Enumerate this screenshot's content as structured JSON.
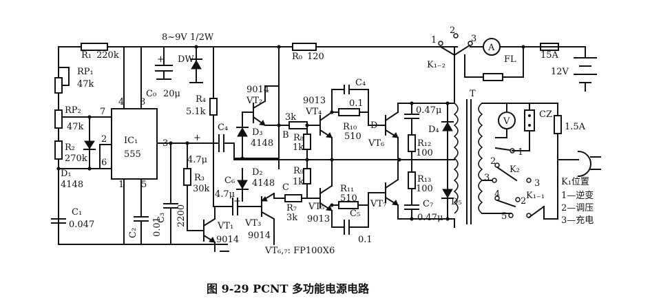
{
  "supply": {
    "label": "8~9V 1/2W"
  },
  "caption": "图 9-29   PCNT 多功能电源电路",
  "components": {
    "R1": {
      "ref": "R₁",
      "value": "220k"
    },
    "RP1": {
      "ref": "RP₁",
      "value": "47k"
    },
    "RP2": {
      "ref": "RP₂",
      "value": "47k"
    },
    "R2": {
      "ref": "R₂",
      "value": "270k"
    },
    "D1": {
      "ref": "D₁",
      "value": "4148"
    },
    "C1": {
      "ref": "C₁",
      "value": "0.047"
    },
    "IC1": {
      "ref": "IC₁",
      "value": "555"
    },
    "C0": {
      "ref": "C₀",
      "value": "20μ"
    },
    "DW": {
      "ref": "DW"
    },
    "C2": {
      "ref": "C₂",
      "value": "0.01"
    },
    "C3": {
      "ref": "C₃",
      "value": "2200"
    },
    "R4": {
      "ref": "R₄",
      "value": "5.1k"
    },
    "C4": {
      "ref": "C₄",
      "value": "4.7μ"
    },
    "R3": {
      "ref": "R₃",
      "value": "30k"
    },
    "VT1": {
      "ref": "VT₁",
      "value": "9014"
    },
    "D3": {
      "ref": "D₃",
      "value": "4148"
    },
    "D2": {
      "ref": "D₂",
      "value": "4148"
    },
    "C6": {
      "ref": "C₆",
      "value": "4.7μ"
    },
    "VT2": {
      "ref": "VT₂",
      "value": "9014"
    },
    "VT3": {
      "ref": "VT₃",
      "value": "9014"
    },
    "R0": {
      "ref": "R₀",
      "value": "120"
    },
    "R8": {
      "ref": "R₈",
      "value": "1k"
    },
    "R8s": {
      "value": "3k"
    },
    "R9": {
      "ref": "R₉",
      "value": "1k"
    },
    "R7": {
      "ref": "R₇",
      "value": "3k"
    },
    "VT4": {
      "ref": "VT₄",
      "value": "9013"
    },
    "VT5": {
      "ref": "VT₅",
      "value": "9013"
    },
    "C4b": {
      "ref": "C₄",
      "value": "0.1"
    },
    "R10": {
      "ref": "R₁₀",
      "value": "510"
    },
    "R11": {
      "ref": "R₁₁",
      "value": "510"
    },
    "C5": {
      "ref": "C₅",
      "value": "0.1"
    },
    "VT6": {
      "ref": "VT₆"
    },
    "VT7": {
      "ref": "VT₇"
    },
    "VT67": {
      "label": "VT₆,₇: FP100X6"
    },
    "C8": {
      "value": "0.47μ"
    },
    "R12": {
      "ref": "R₁₂",
      "value": "100"
    },
    "R13": {
      "ref": "R₁₃",
      "value": "100"
    },
    "C7": {
      "ref": "C₇",
      "value": "0.47μ"
    },
    "D4": {
      "ref": "D₄"
    },
    "D5": {
      "ref": "D₅"
    },
    "T": {
      "ref": "T"
    },
    "K12": {
      "ref": "K₁₋₂"
    },
    "K11": {
      "ref": "K₁₋₁"
    },
    "K2": {
      "ref": "K₂"
    },
    "FL": {
      "ref": "FL"
    },
    "FUSE1": {
      "value": "15A"
    },
    "FUSE2": {
      "value": "1.5A"
    },
    "BAT": {
      "value": "12V"
    },
    "CZ": {
      "ref": "CZ"
    },
    "METER": {
      "symbol": "A"
    },
    "VMETER": {
      "symbol": "V"
    }
  },
  "nodes": {
    "B": "B",
    "C": "C",
    "D": "D"
  },
  "pins": {
    "p4": "4",
    "p8": "8",
    "p7": "7",
    "p2": "2",
    "p3": "3",
    "p6": "6",
    "p1": "1",
    "p5": "5"
  },
  "switch_marks": {
    "s1": "1",
    "s2": "2",
    "s3": "3",
    "k2_1": "1",
    "k2_2": "2",
    "k2_3": "3",
    "k2_3b": "3",
    "k11_4": "4",
    "k11_5": "5",
    "k11_2": "2"
  },
  "legend": {
    "title": "K₁位置",
    "items": [
      "1—逆变",
      "2—调压",
      "3—充电"
    ]
  }
}
